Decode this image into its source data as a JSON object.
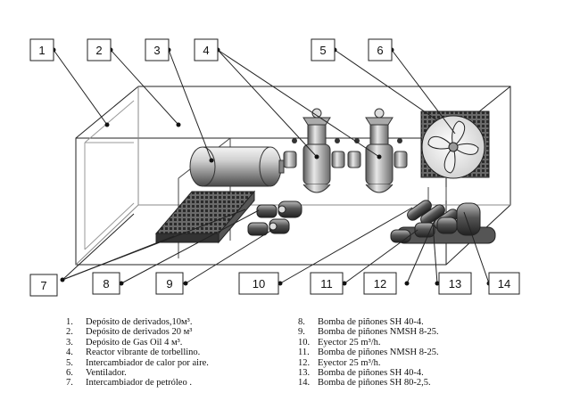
{
  "callouts": [
    "1",
    "2",
    "3",
    "4",
    "5",
    "6",
    "7",
    "8",
    "9",
    "10",
    "11",
    "12",
    "13",
    "14"
  ],
  "legend": {
    "left": [
      {
        "num": "1.",
        "text": "Depósito de derivados,10м³."
      },
      {
        "num": "2.",
        "text": "Depósito de derivados 20 м³"
      },
      {
        "num": "3.",
        "text": "Depósito de Gas Oil 4 м³."
      },
      {
        "num": "4.",
        "text": "Reactor vibrante de torbellino."
      },
      {
        "num": "5.",
        "text": "Intercambiador de calor por aire."
      },
      {
        "num": "6.",
        "text": "Ventilador."
      },
      {
        "num": "7.",
        "text": "Intercambiador de petróleo ."
      }
    ],
    "right": [
      {
        "num": "8.",
        "text": "Bomba de piñones SH 40-4."
      },
      {
        "num": "9.",
        "text": "Bomba de piñones NMSH 8-25."
      },
      {
        "num": "10.",
        "text": "Eyector 25 m³/h."
      },
      {
        "num": "11.",
        "text": "Bomba de piñones NMSH 8-25."
      },
      {
        "num": "12.",
        "text": "Eyector 25 m³/h."
      },
      {
        "num": "13.",
        "text": "Bomba de piñones SH 40-4."
      },
      {
        "num": "14.",
        "text": "Bomba de piñones SH 80-2,5."
      }
    ]
  },
  "colors": {
    "line": "#222222",
    "metal_dark": "#555555",
    "metal_light": "#dddddd"
  }
}
